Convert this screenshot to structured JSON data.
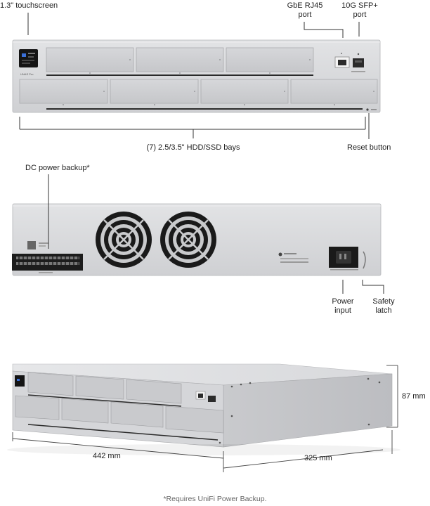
{
  "front_view": {
    "callouts": {
      "touchscreen": "1.3\" touchscreen",
      "rj45_line1": "GbE RJ45",
      "rj45_line2": "port",
      "sfp_line1": "10G SFP+",
      "sfp_line2": "port",
      "bays": "(7) 2.5/3.5\" HDD/SSD bays",
      "reset": "Reset button"
    },
    "device_brand": "UNAS Pro"
  },
  "rear_view": {
    "callouts": {
      "dc_backup": "DC power backup*",
      "power_line1": "Power",
      "power_line2": "input",
      "latch_line1": "Safety",
      "latch_line2": "latch"
    }
  },
  "iso_view": {
    "dimensions": {
      "width": "442 mm",
      "depth": "325 mm",
      "height": "87 mm"
    }
  },
  "footnote": "*Requires UniFi Power Backup."
}
